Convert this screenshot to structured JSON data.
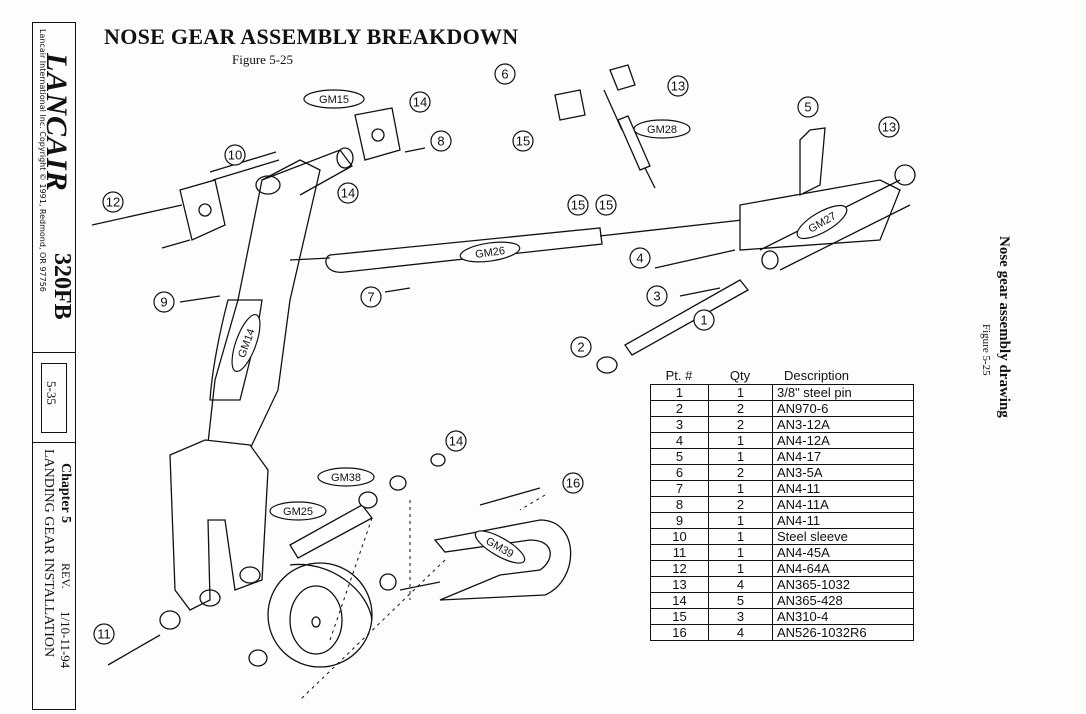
{
  "page": {
    "title": "NOSE GEAR ASSEMBLY BREAKDOWN",
    "figure": "Figure 5-25",
    "side_title": "Nose gear assembly drawing",
    "side_figure": "Figure 5-25"
  },
  "spine": {
    "company_line": "Lancair International Inc. Copyright © 1991, Redmond, OR 97756",
    "logo": "LANCAIR",
    "model": "320FB",
    "page_number": "5-35",
    "chapter": "Chapter 5",
    "section": "LANDING GEAR INSTALLATION",
    "rev_label": "REV.",
    "rev_value": "1/10-11-94"
  },
  "diagram": {
    "callouts": [
      "1",
      "2",
      "3",
      "4",
      "5",
      "6",
      "7",
      "8",
      "9",
      "10",
      "11",
      "12",
      "13",
      "13",
      "14",
      "14",
      "14",
      "15",
      "15",
      "15",
      "16"
    ],
    "components": [
      "GM15",
      "GM28",
      "GM26",
      "GM27",
      "GM14",
      "GM38",
      "GM25",
      "GM39"
    ]
  },
  "parts_table": {
    "headers": [
      "Pt. #",
      "Qty",
      "Description"
    ],
    "rows": [
      [
        "1",
        "1",
        "3/8\" steel pin"
      ],
      [
        "2",
        "2",
        "AN970-6"
      ],
      [
        "3",
        "2",
        "AN3-12A"
      ],
      [
        "4",
        "1",
        "AN4-12A"
      ],
      [
        "5",
        "1",
        "AN4-17"
      ],
      [
        "6",
        "2",
        "AN3-5A"
      ],
      [
        "7",
        "1",
        "AN4-11"
      ],
      [
        "8",
        "2",
        "AN4-11A"
      ],
      [
        "9",
        "1",
        "AN4-11"
      ],
      [
        "10",
        "1",
        "Steel sleeve"
      ],
      [
        "11",
        "1",
        "AN4-45A"
      ],
      [
        "12",
        "1",
        "AN4-64A"
      ],
      [
        "13",
        "4",
        "AN365-1032"
      ],
      [
        "14",
        "5",
        "AN365-428"
      ],
      [
        "15",
        "3",
        "AN310-4"
      ],
      [
        "16",
        "4",
        "AN526-1032R6"
      ]
    ]
  }
}
